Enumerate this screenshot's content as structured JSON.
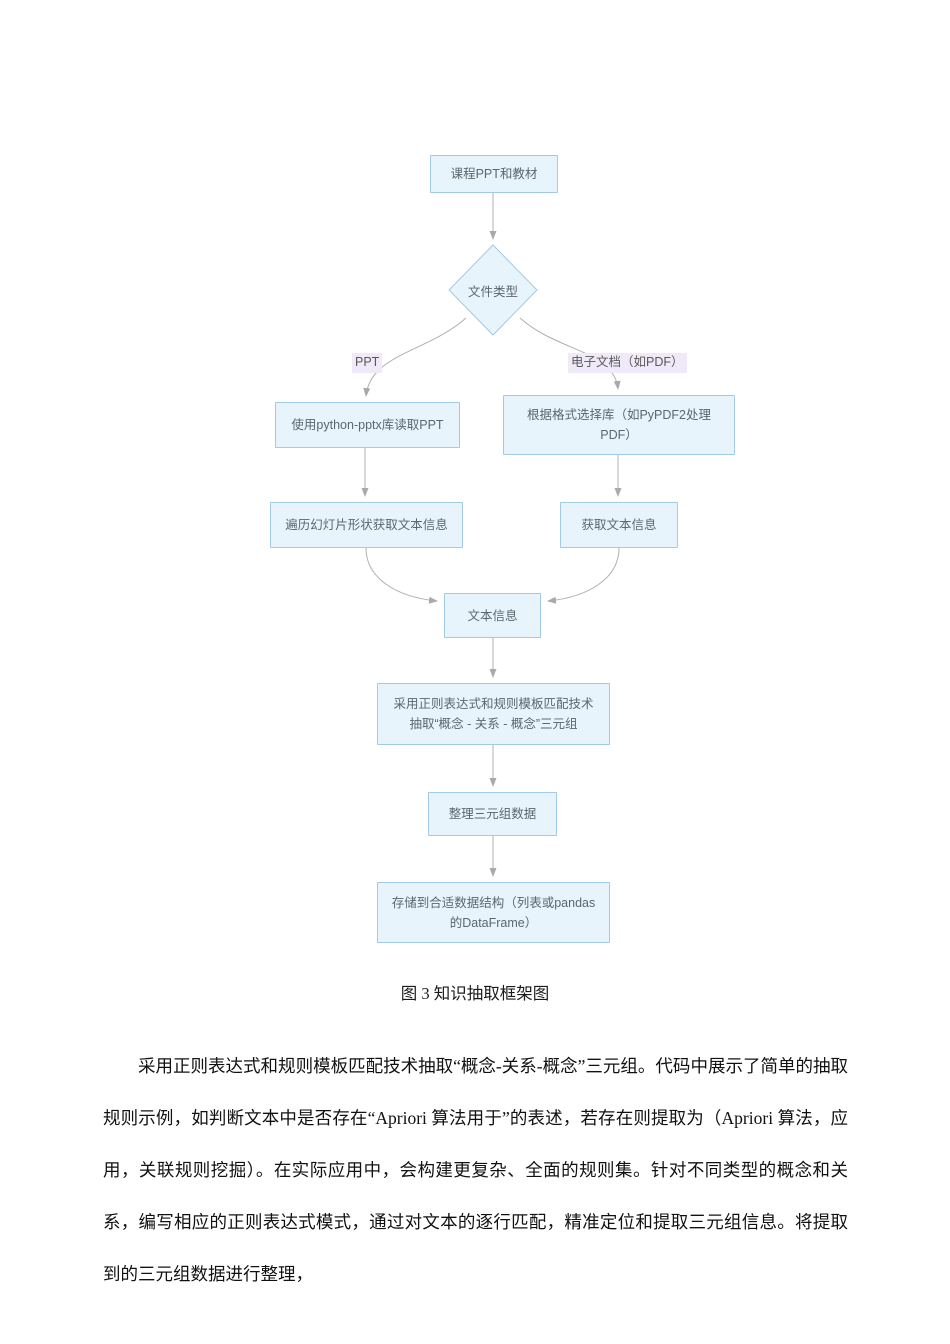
{
  "figure": {
    "nodes": {
      "source": "课程PPT和教材",
      "decision": "文件类型",
      "ppt_read": "使用python-pptx库读取PPT",
      "pdf_lib": "根据格式选择库（如PyPDF2处理\nPDF）",
      "ppt_iterate": "遍历幻灯片形状获取文本信息",
      "pdf_get_text": "获取文本信息",
      "text_info": "文本信息",
      "extract": "采用正则表达式和规则模板匹配技术\n抽取“概念 - 关系 - 概念”三元组",
      "organize": "整理三元组数据",
      "store": "存储到合适数据结构（列表或pandas\n的DataFrame）"
    },
    "edge_labels": {
      "left": "PPT",
      "right": "电子文档（如PDF）"
    },
    "caption": "图 3 知识抽取框架图",
    "colors": {
      "node_fill": "#e8f4fb",
      "node_border": "#a2c9e6",
      "node_text": "#5b6670",
      "edge": "#a9a9a9",
      "edge_label_bg": "#efe9f8"
    }
  },
  "body": {
    "paragraph": "采用正则表达式和规则模板匹配技术抽取“概念-关系-概念”三元组。代码中展示了简单的抽取规则示例，如判断文本中是否存在“Apriori 算法用于”的表述，若存在则提取为（Apriori 算法，应用，关联规则挖掘）。在实际应用中，会构建更复杂、全面的规则集。针对不同类型的概念和关系，编写相应的正则表达式模式，通过对文本的逐行匹配，精准定位和提取三元组信息。将提取到的三元组数据进行整理，"
  }
}
